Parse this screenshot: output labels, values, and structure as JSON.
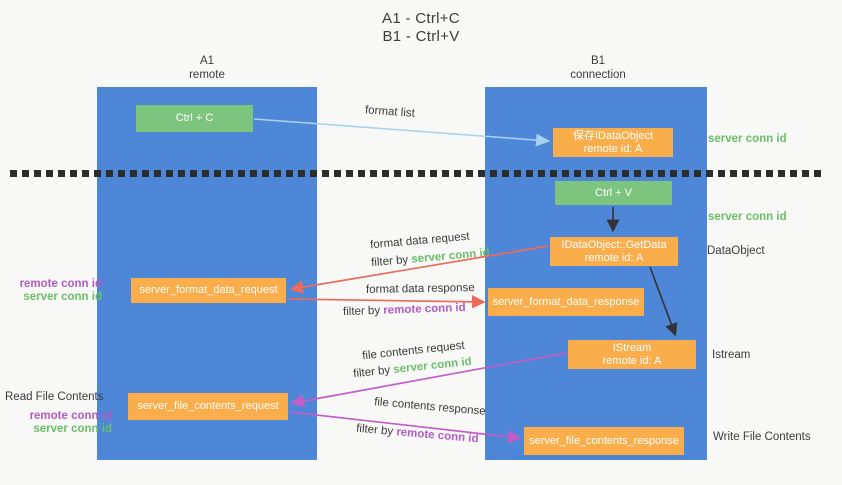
{
  "title": {
    "line1": "A1 - Ctrl+C",
    "line2": "B1 - Ctrl+V"
  },
  "columns": {
    "left": {
      "name": "A1",
      "role": "remote"
    },
    "right": {
      "name": "B1",
      "role": "connection"
    }
  },
  "nodes": {
    "ctrl_c": "Ctrl + C",
    "ctrl_v": "Ctrl + V",
    "save_idataobject": {
      "line1": "保存IDataObject",
      "line2": "remote id: A"
    },
    "getdata": {
      "line1": "IDataObject::GetData",
      "line2": "remote id: A"
    },
    "istream": {
      "line1": "IStream",
      "line2": "remote id: A"
    },
    "format_request": "server_format_data_request",
    "format_response": "server_format_data_response",
    "file_request": "server_file_contents_request",
    "file_response": "server_file_contents_response"
  },
  "right_labels": {
    "server_conn_id_top": "server conn id",
    "server_conn_id_mid": "server conn id",
    "dataobject": "DataObject",
    "istream": "Istream",
    "write_file_contents": "Write File Contents"
  },
  "left_labels": {
    "format_remote_conn_id": "remote conn id",
    "format_server_conn_id": "server conn id",
    "read_file_contents": "Read File Contents",
    "file_remote_conn_id": "remote conn id",
    "file_server_conn_id": "server conn id"
  },
  "flow_labels": {
    "format_list": "format list",
    "format_request": {
      "text": "format data request",
      "filter_prefix": "filter by ",
      "filter_id": "server conn id"
    },
    "format_response": {
      "text": "format data response",
      "filter_prefix": "filter by ",
      "filter_id": "remote conn id"
    },
    "file_request": {
      "text": "file contents request",
      "filter_prefix": "filter by ",
      "filter_id": "server conn id"
    },
    "file_response": {
      "text": "file contents response",
      "filter_prefix": "filter by ",
      "filter_id": "remote conn id"
    }
  },
  "colors": {
    "lane_blue": "#4e86d8",
    "node_green": "#7dc47e",
    "node_orange": "#f9ad4b",
    "label_green": "#6abf69",
    "label_purple": "#b35bc4",
    "arrow_light_blue": "#a6d3f0",
    "arrow_red": "#ed6b5d",
    "arrow_magenta": "#c35ec9",
    "arrow_black": "#333333",
    "divider_dark": "#2d2d2d"
  }
}
